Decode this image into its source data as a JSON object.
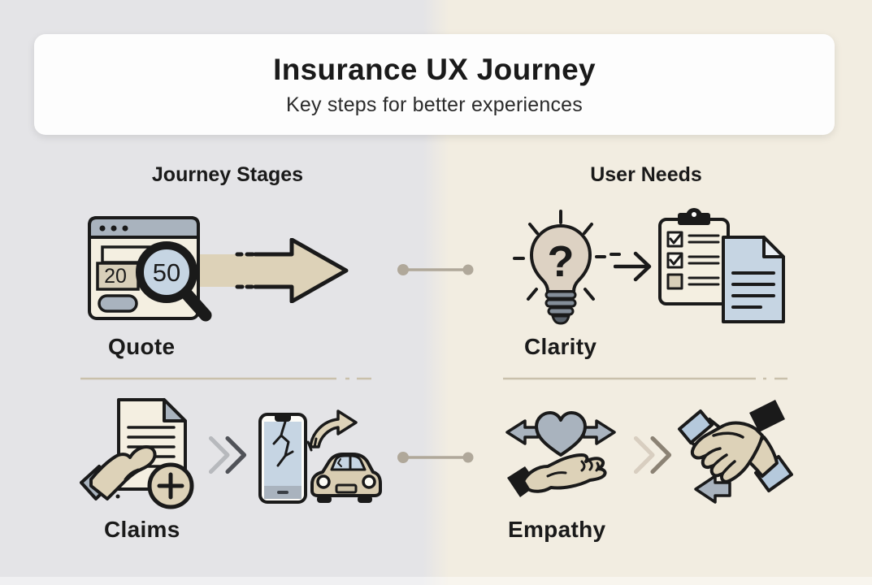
{
  "header": {
    "title": "Insurance UX Journey",
    "subtitle": "Key steps for better experiences"
  },
  "columns": {
    "left_header": "Journey Stages",
    "right_header": "User Needs"
  },
  "rows": [
    {
      "stage": {
        "label": "Quote"
      },
      "need": {
        "label": "Clarity"
      }
    },
    {
      "stage": {
        "label": "Claims"
      },
      "need": {
        "label": "Empathy"
      }
    }
  ],
  "icon_text": {
    "browser_field": "20",
    "magnifier_value": "50",
    "bulb_symbol": "?"
  },
  "icons": [
    "browser-quote-icon",
    "block-arrow-icon",
    "connector-dots",
    "idea-bulb-icon",
    "arrow-right-icon",
    "checklist-clipboard-icon",
    "blue-document-icon",
    "hand-document-icon",
    "double-chevron-icon",
    "cracked-phone-icon",
    "swoosh-arrow-icon",
    "car-icon",
    "heart-icon",
    "left-arrow-icon",
    "right-arrow-icon",
    "open-hand-icon",
    "handshake-icon",
    "divider-line"
  ],
  "palette": {
    "ink": "#1a1a1a",
    "bgLeft": "#e4e4e7",
    "bgRight": "#f2ede1",
    "card": "#fdfdfd",
    "tan": "#ddd2b8",
    "tanDark": "#d8cfb9",
    "cream": "#f4efe1",
    "slate": "#a9b3be",
    "slateDark": "#848e99",
    "blue": "#c6d5e3",
    "blueCuff": "#b5c9dc",
    "carTan": "#d9cdb2",
    "divider": "#c9c0ab",
    "connector": "#b0a89a",
    "chevLight": "#b7b9bd",
    "chevDark": "#505258",
    "chevTanLight": "#d8cec0",
    "chevTanDark": "#8b8274",
    "subInk": "#2b2b2b"
  }
}
